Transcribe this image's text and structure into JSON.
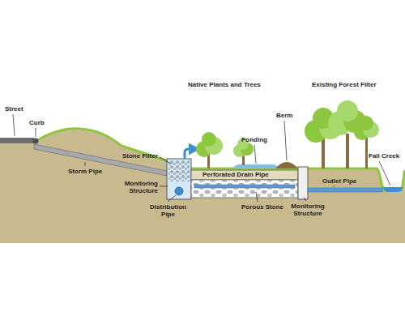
{
  "diagram": {
    "labels": [
      "Street",
      "Curb",
      "Storm Pipe",
      "Stone Filter",
      "Monitoring Structure",
      "Distribution Pipe",
      "Native Plants and Trees",
      "Ponding",
      "Berm",
      "Existing Forest Filter",
      "Perforated Drain Pipe",
      "Porous Stone",
      "Monitoring Structure",
      "Outlet Pipe",
      "Fall Creek"
    ]
  }
}
